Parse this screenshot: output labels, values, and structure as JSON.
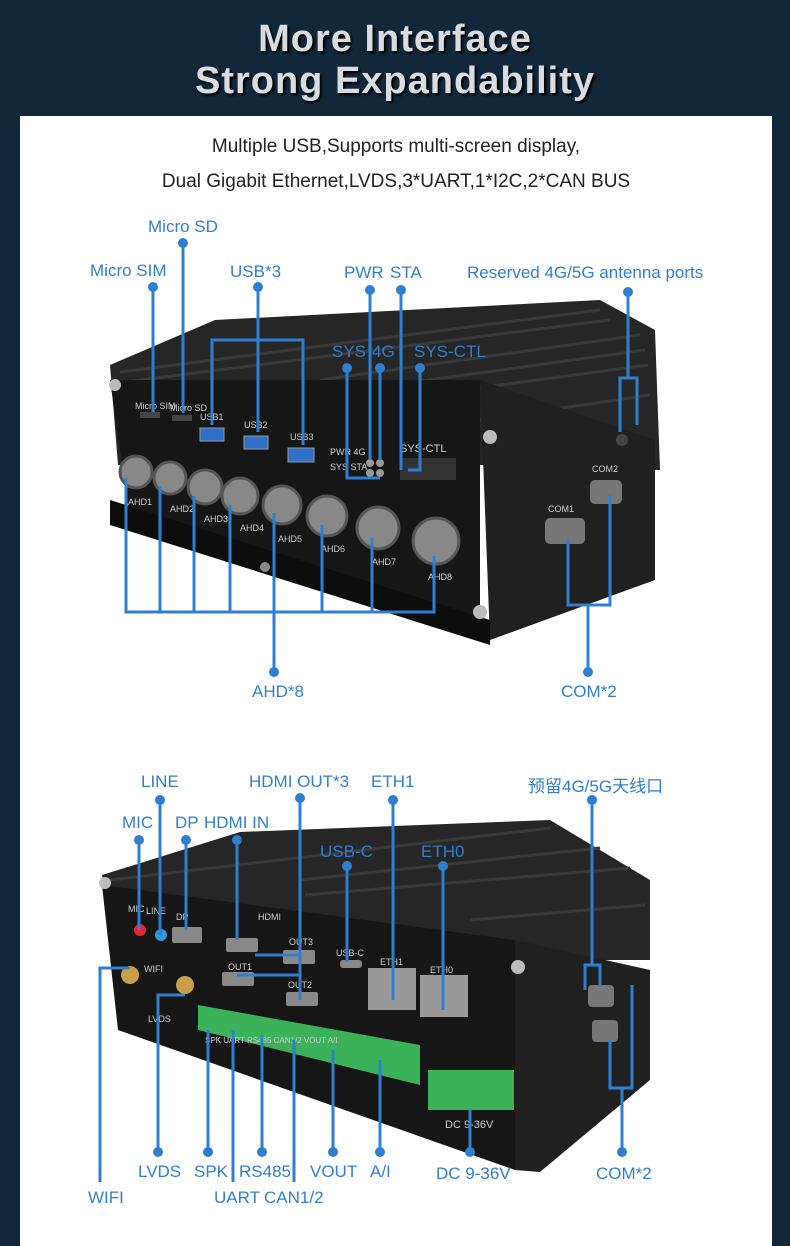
{
  "header": {
    "title_line1": "More Interface",
    "title_line2": "Strong Expandability"
  },
  "intro": {
    "line1": "Multiple USB,Supports multi-screen display,",
    "line2": "Dual Gigabit Ethernet,LVDS,3*UART,1*I2C,2*CAN BUS"
  },
  "front_view": {
    "labels": {
      "micro_sd": "Micro SD",
      "micro_sim": "Micro SIM",
      "usb3": "USB*3",
      "pwr": "PWR",
      "sta": "STA",
      "antenna": "Reserved 4G/5G antenna ports",
      "sys": "SYS",
      "g4": "4G",
      "sys_ctl": "SYS-CTL",
      "ahd8": "AHD*8",
      "com2": "COM*2"
    },
    "device_marks": {
      "ahd": [
        "AHD1",
        "AHD2",
        "AHD3",
        "AHD4",
        "AHD5",
        "AHD6",
        "AHD7",
        "AHD8"
      ],
      "usb": [
        "USB1",
        "USB2",
        "USB3"
      ],
      "slot_sim": "Micro SIM",
      "slot_sd": "Micro SD",
      "com1": "COM1",
      "com2": "COM2",
      "pwr4g": "PWR 4G",
      "syssta": "SYS STA",
      "sysctl": "SYS-CTL"
    }
  },
  "rear_view": {
    "labels": {
      "line": "LINE",
      "mic": "MIC",
      "dp": "DP",
      "hdmi_in": "HDMI IN",
      "hdmi_out": "HDMI OUT*3",
      "eth1": "ETH1",
      "usb_c": "USB-C",
      "eth0": "ETH0",
      "antenna_cn": "预留4G/5G天线口",
      "wifi": "WIFI",
      "lvds": "LVDS",
      "spk": "SPK",
      "uart": "UART",
      "rs485": "RS485",
      "can": "CAN1/2",
      "vout": "VOUT",
      "ai": "A/I",
      "dc": "DC 9-36V",
      "com2": "COM*2"
    },
    "device_marks": {
      "hdmi": "HDMI",
      "out1": "OUT1",
      "out2": "OUT2",
      "out3": "OUT3",
      "usbc": "USB-C",
      "eth1": "ETH1",
      "eth0": "ETH0",
      "dp": "DP",
      "mic": "MIC",
      "line": "LINE",
      "wifi": "WIFI",
      "lvds": "LVDS",
      "term": "SPK   UART RS485 CAN1/2      VOUT        A/I",
      "dc": "DC 9-36V"
    }
  },
  "colors": {
    "accent": "#2f7fd0",
    "header_bg": "#12283a",
    "device": "#1a1a1a",
    "terminal": "#3bb25a"
  }
}
